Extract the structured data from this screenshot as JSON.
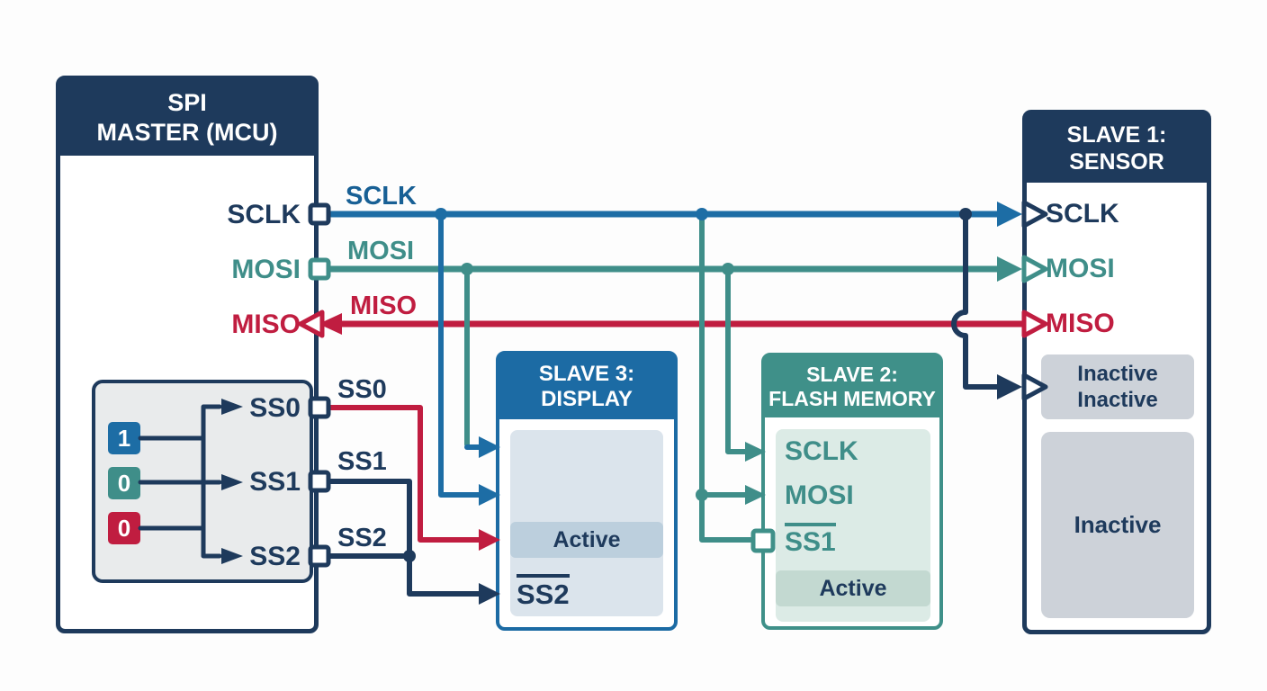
{
  "colors": {
    "navy": "#1e3a5c",
    "blue": "#1d6da5",
    "teal": "#3f8e89",
    "red": "#c01d40",
    "display_panel": "#dbe4ec",
    "display_active_band": "#bccfdd",
    "flash_panel": "#dcebe6",
    "flash_active_band": "#c3d9d1",
    "sensor_panel": "#cdd2d9",
    "logic_box": "#e9ebec"
  },
  "master": {
    "title_line1": "SPI",
    "title_line2": "MASTER (MCU)",
    "pin_labels": {
      "sclk": "SCLK",
      "mosi": "MOSI",
      "miso": "MISO",
      "ss0": "SS0",
      "ss1": "SS1",
      "ss2": "SS2"
    },
    "select_bits": [
      {
        "value": "1"
      },
      {
        "value": "0"
      },
      {
        "value": "0"
      }
    ]
  },
  "bus": {
    "sclk": "SCLK",
    "mosi": "MOSI",
    "miso": "MISO",
    "ss0": "SS0",
    "ss1": "SS1",
    "ss2": "SS2"
  },
  "slave1": {
    "title_line1": "SLAVE 1:",
    "title_line2": "SENSOR",
    "pins": {
      "sclk": "SCLK",
      "mosi": "MOSI",
      "miso": "MISO"
    },
    "status_small_line1": "Inactive",
    "status_small_line2": "Inactive",
    "status_large": "Inactive"
  },
  "slave2": {
    "title_line1": "SLAVE 2:",
    "title_line2": "FLASH MEMORY",
    "pins": {
      "sclk": "SCLK",
      "mosi": "MOSI",
      "ss1": "SS1"
    },
    "status": "Active"
  },
  "slave3": {
    "title_line1": "SLAVE 3:",
    "title_line2": "DISPLAY",
    "ss2": "SS2",
    "status": "Active"
  }
}
